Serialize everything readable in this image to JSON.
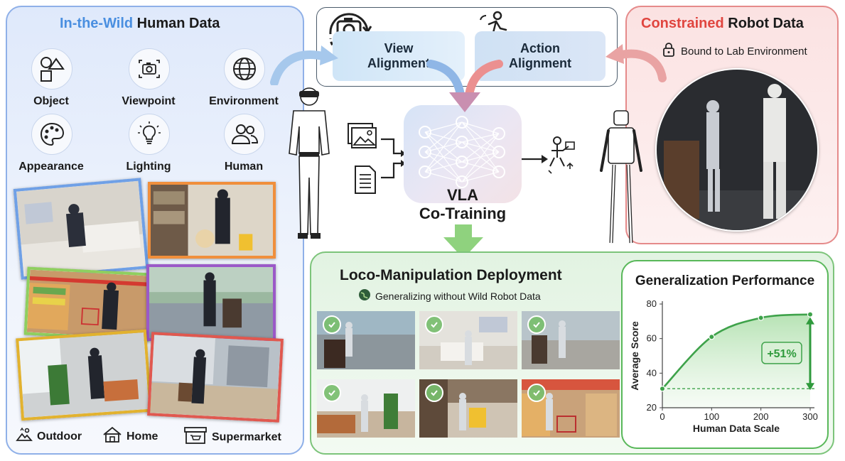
{
  "left_panel": {
    "title_highlight": "In-the-Wild",
    "title_rest": " Human Data",
    "attributes": [
      "Object",
      "Viewpoint",
      "Environment",
      "Appearance",
      "Lighting",
      "Human"
    ],
    "scenes": [
      "Outdoor",
      "Home",
      "Supermarket"
    ]
  },
  "alignment": {
    "view_label": "View\nAlignment",
    "action_label": "Action\nAlignment"
  },
  "right_panel": {
    "title_highlight": "Constrained",
    "title_rest": " Robot Data",
    "subtitle": "Bound to Lab Environment"
  },
  "center": {
    "model_line1": "VLA",
    "model_line2": "Co-Training"
  },
  "deploy": {
    "title": "Loco-Manipulation Deployment",
    "subtitle": "Generalizing without Wild Robot Data"
  },
  "colors": {
    "left_accent": "#4a8fe0",
    "right_accent": "#e0453f",
    "green_accent": "#3ea24a",
    "check_bg": "#7cbf6e"
  },
  "icons": {
    "object": "shapes-icon",
    "viewpoint": "camera-icon",
    "environment": "globe-icon",
    "appearance": "palette-icon",
    "lighting": "lightbulb-icon",
    "human": "people-icon",
    "outdoor": "landscape-icon",
    "home": "house-icon",
    "supermarket": "store-icon",
    "lock": "lock-icon"
  },
  "chart_data": {
    "type": "line",
    "title": "Generalization Performance",
    "xlabel": "Human Data Scale",
    "ylabel": "Average Score",
    "x_ticks": [
      "0",
      "100",
      "200",
      "300"
    ],
    "y_ticks": [
      "20",
      "40",
      "60",
      "80"
    ],
    "xlim": [
      0,
      300
    ],
    "ylim": [
      20,
      80
    ],
    "points": [
      {
        "x": 0,
        "y": 31
      },
      {
        "x": 100,
        "y": 61
      },
      {
        "x": 200,
        "y": 72
      },
      {
        "x": 300,
        "y": 74
      }
    ],
    "baseline": 31,
    "annotation": "+51%",
    "grid": false
  }
}
